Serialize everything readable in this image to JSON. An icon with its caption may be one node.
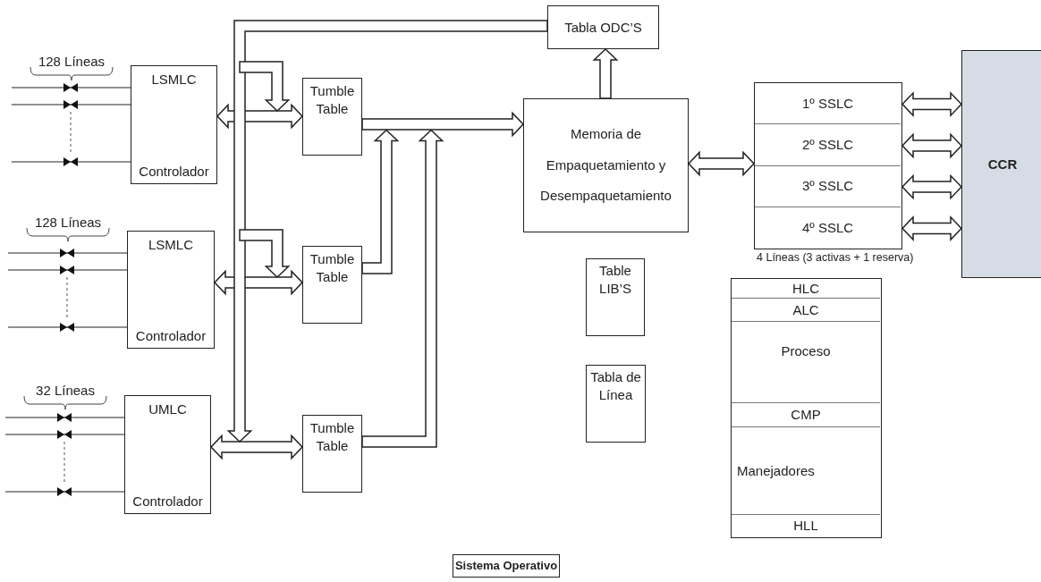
{
  "diagram": {
    "nodes": [
      {
        "text": [
          "Tabla ODC’S"
        ]
      },
      {
        "text": [
          "LSMLC",
          "Controlador"
        ]
      },
      {
        "text": [
          "Tumble Table"
        ]
      },
      {
        "text": [
          "Memoria de Empaquetamiento y Desempaquetamiento"
        ]
      },
      {
        "text": [],
        "shape": "box",
        "beside": [
          "4 Líneas (3 activas + 1 reserva)"
        ]
      },
      {
        "text": [
          "1º SSLC"
        ],
        "in": 4
      },
      {
        "text": [
          "2º SSLC"
        ],
        "in": 4
      },
      {
        "text": [
          "3º SSLC"
        ],
        "in": 4
      },
      {
        "text": [
          "4º SSLC"
        ],
        "in": 4
      },
      {
        "text": [
          "CCR"
        ]
      },
      {
        "text": [
          "LSMLC",
          "Controlador"
        ]
      },
      {
        "text": [
          "Tumble Table"
        ]
      },
      {
        "text": [
          "Table LIB’S"
        ]
      },
      {
        "text": [],
        "shape": "box"
      },
      {
        "text": [
          "HLC"
        ],
        "in": 13
      },
      {
        "text": [
          "ALC"
        ],
        "in": 13
      },
      {
        "text": [
          "Proceso"
        ],
        "in": 13
      },
      {
        "text": [
          "CMP"
        ],
        "in": 13
      },
      {
        "text": [
          "Manejadores"
        ],
        "in": 13
      },
      {
        "text": [
          "HLL"
        ],
        "in": 13
      },
      {
        "text": [
          "Tabla de Línea"
        ]
      },
      {
        "text": [
          "UMLC",
          "Controlador"
        ]
      },
      {
        "text": [
          "Tumble Table"
        ]
      },
      {
        "text": [
          "Sistema Operativo"
        ]
      }
    ],
    "edges": [
      {
        "from": 1,
        "to": 2,
        "arrow": "both",
        "style": "thick"
      },
      {
        "from": 10,
        "to": 11,
        "arrow": "both",
        "style": "thick"
      },
      {
        "from": 21,
        "to": 22,
        "arrow": "both",
        "style": "thick"
      },
      {
        "from": 0,
        "to": null,
        "arrow": "to",
        "style": "thick"
      },
      {
        "from": 0,
        "to": null,
        "arrow": "to",
        "style": "thick"
      },
      {
        "from": 0,
        "to": null,
        "arrow": "to",
        "style": "thick"
      },
      {
        "from": 2,
        "to": 3,
        "arrow": "to",
        "style": "thick"
      },
      {
        "from": 11,
        "to": null,
        "arrow": "to",
        "style": "thick"
      },
      {
        "from": 22,
        "to": null,
        "arrow": "to",
        "style": "thick"
      },
      {
        "from": 3,
        "to": 0,
        "arrow": "to",
        "style": "thick"
      },
      {
        "from": 3,
        "to": 4,
        "arrow": "both",
        "style": "thick"
      },
      {
        "from": 5,
        "to": 9,
        "arrow": "both",
        "style": "thick"
      },
      {
        "from": 6,
        "to": 9,
        "arrow": "both",
        "style": "thick"
      },
      {
        "from": 7,
        "to": 9,
        "arrow": "both",
        "style": "thick"
      },
      {
        "from": 8,
        "to": 9,
        "arrow": "both",
        "style": "thick"
      },
      {
        "from": null,
        "to": 1,
        "arrow": "none"
      },
      {
        "from": null,
        "to": 1,
        "arrow": "none"
      },
      {
        "from": null,
        "to": 1,
        "arrow": "none"
      },
      {
        "from": null,
        "to": 10,
        "arrow": "none"
      },
      {
        "from": null,
        "to": 10,
        "arrow": "none"
      },
      {
        "from": null,
        "to": 10,
        "arrow": "none"
      },
      {
        "from": null,
        "to": 21,
        "arrow": "none"
      },
      {
        "from": null,
        "to": 21,
        "arrow": "none"
      },
      {
        "from": null,
        "to": 21,
        "arrow": "none"
      }
    ],
    "labels": [
      "128 Líneas",
      "128 Líneas",
      "32 Líneas"
    ]
  }
}
